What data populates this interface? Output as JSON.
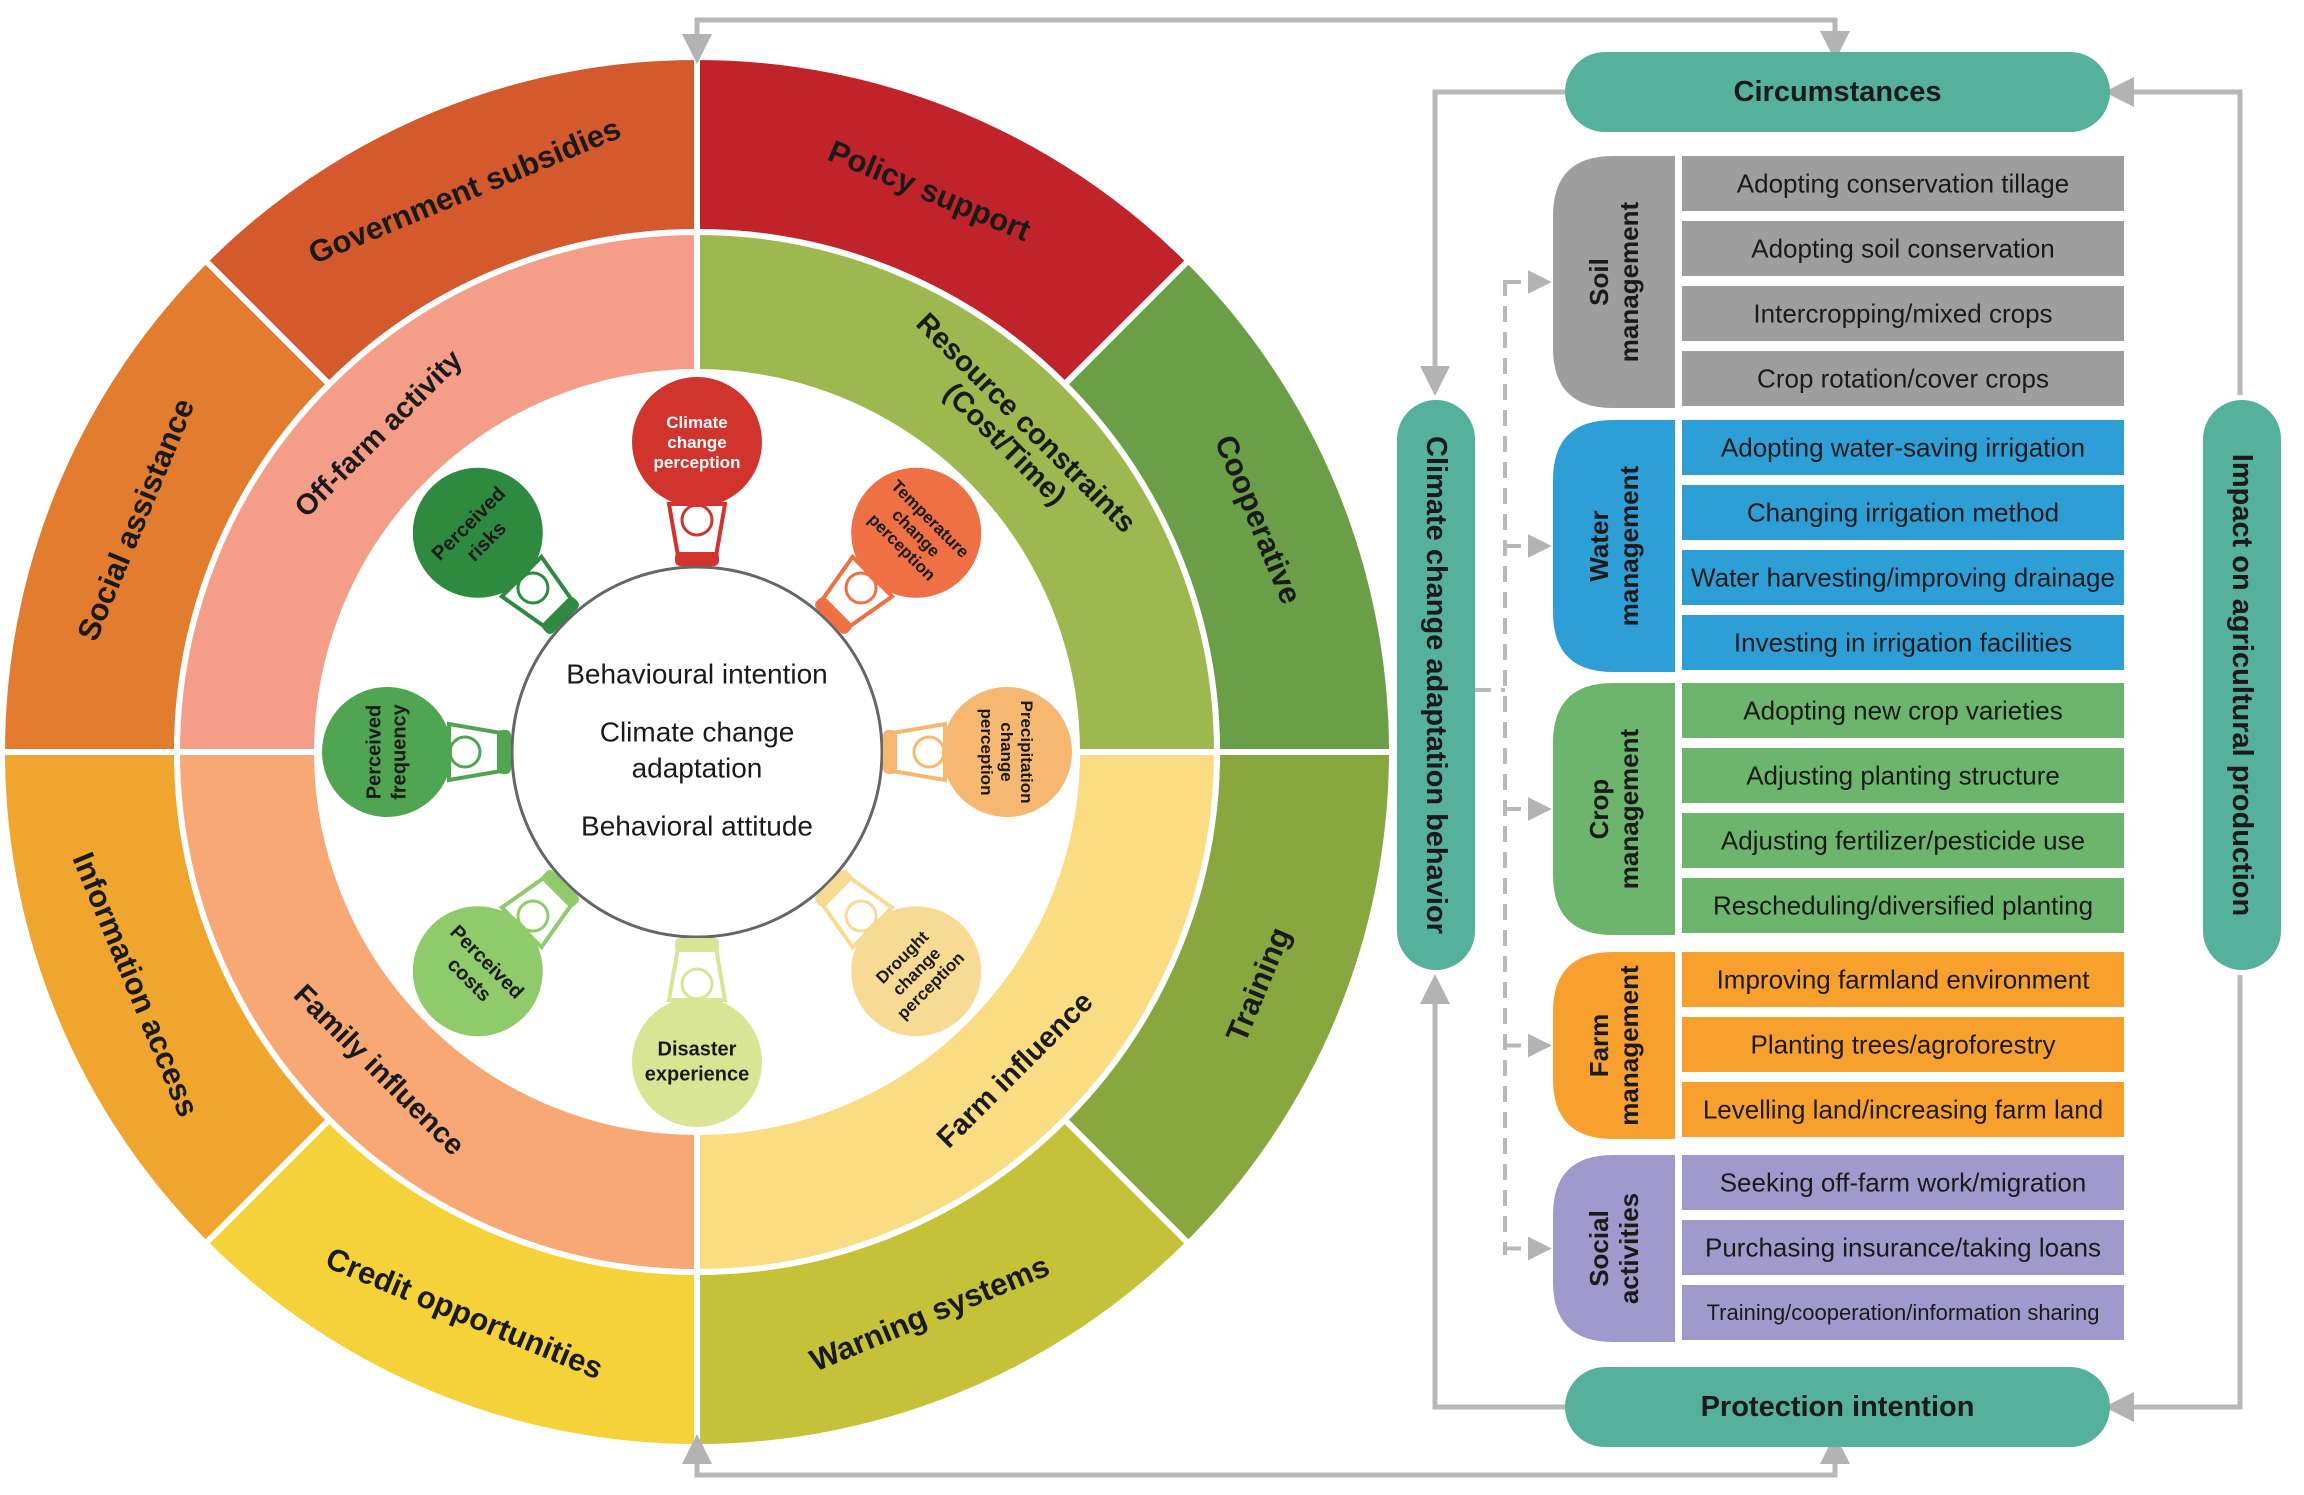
{
  "wheel": {
    "outer_ring": [
      {
        "label": "Policy support",
        "color": "#C0232A"
      },
      {
        "label": "Cooperative",
        "color": "#6A9E47"
      },
      {
        "label": "Training",
        "color": "#89A73F"
      },
      {
        "label": "Warning systems",
        "color": "#C5C23A"
      },
      {
        "label": "Credit opportunities",
        "color": "#F6D23A"
      },
      {
        "label": "Information access",
        "color": "#EFA52E"
      },
      {
        "label": "Social assistance",
        "color": "#E27C2E"
      },
      {
        "label": "Government subsidies",
        "color": "#D45A2E"
      }
    ],
    "middle_ring": [
      {
        "label": "Resource constraints\n(Cost/Time)",
        "color": "#9DB84E"
      },
      {
        "label": "Farm influence",
        "color": "#FADC82"
      },
      {
        "label": "Family influence",
        "color": "#F7A874"
      },
      {
        "label": "Off-farm activity",
        "color": "#F49E89"
      }
    ],
    "bulbs": [
      {
        "label": "Climate\nchange\nperception",
        "color": "#D1342C",
        "icon": "globe-icon"
      },
      {
        "label": "Temperature\nchange\nperception",
        "color": "#EE7044",
        "icon": "thermometer-icon"
      },
      {
        "label": "Precipitation\nchange\nperception",
        "color": "#F6B770",
        "icon": "rain-cloud-icon"
      },
      {
        "label": "Drought\nchange\nperception",
        "color": "#F7DB94",
        "icon": "heat-wave-icon"
      },
      {
        "label": "Disaster\nexperience",
        "color": "#D7E594",
        "icon": "disaster-icon"
      },
      {
        "label": "Perceived\ncosts",
        "color": "#8FCB6A",
        "icon": "money-icon"
      },
      {
        "label": "Perceived\nfrequency",
        "color": "#4FA552",
        "icon": "cycle-icon"
      },
      {
        "label": "Perceived\nrisks",
        "color": "#2E8A3E",
        "icon": "risk-icon"
      }
    ],
    "center": {
      "line1": "Behavioural intention",
      "line2": "Climate change",
      "line3": "adaptation",
      "line4": "Behavioral attitude"
    }
  },
  "flow": {
    "circumstances": "Circumstances",
    "protection_intention": "Protection intention",
    "left_vertical": "Climate change adaptation behavior",
    "right_vertical": "Impact on agricultural production",
    "pill_color": "#55B09C"
  },
  "categories": [
    {
      "title": "Soil\nmanagement",
      "color": "#9E9E9E",
      "box_color": "#9E9E9E",
      "items": [
        "Adopting conservation tillage",
        "Adopting soil conservation",
        "Intercropping/mixed crops",
        "Crop rotation/cover crops"
      ]
    },
    {
      "title": "Water\nmanagement",
      "color": "#2E9FD6",
      "box_color": "#2E9FD6",
      "items": [
        "Adopting water-saving irrigation",
        "Changing irrigation method",
        "Water harvesting/improving drainage",
        "Investing in irrigation facilities"
      ]
    },
    {
      "title": "Crop\nmanagement",
      "color": "#6DB56D",
      "box_color": "#6DB56D",
      "items": [
        "Adopting new crop varieties",
        "Adjusting planting structure",
        "Adjusting fertilizer/pesticide use",
        "Rescheduling/diversified planting"
      ]
    },
    {
      "title": "Farm\nmanagement",
      "color": "#F7A02E",
      "box_color": "#F7A02E",
      "items": [
        "Improving farmland environment",
        "Planting trees/agroforestry",
        "Levelling land/increasing farm land"
      ]
    },
    {
      "title": "Social\nactivities",
      "color": "#A09ACC",
      "box_color": "#A09ACC",
      "items": [
        "Seeking off-farm work/migration",
        "Purchasing insurance/taking loans",
        "Training/cooperation/information sharing"
      ]
    }
  ]
}
